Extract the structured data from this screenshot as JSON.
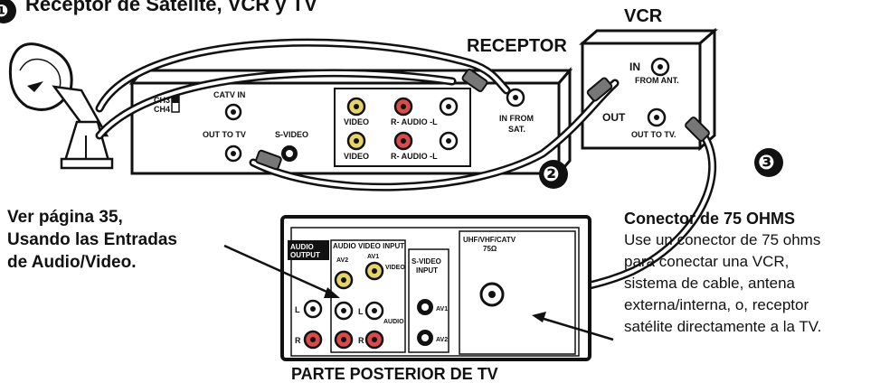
{
  "section_title": "Receptor de Satélite, VCR y TV",
  "step_markers": {
    "first": "❶",
    "second": "❷",
    "third": "❸"
  },
  "receptor": {
    "title": "RECEPTOR",
    "ch3": "CH3",
    "ch4": "CH4",
    "catv_in": "CATV IN",
    "out_to_tv": "OUT TO TV",
    "s_video": "S-VIDEO",
    "video_1": "VIDEO",
    "audio_1": "R- AUDIO -L",
    "video_2": "VIDEO",
    "audio_2": "R- AUDIO -L",
    "in_from_sat_1": "IN FROM",
    "in_from_sat_2": "SAT."
  },
  "vcr": {
    "title": "VCR",
    "in": "IN",
    "from_ant": "FROM ANT.",
    "out": "OUT",
    "out_to_tv": "OUT TO TV."
  },
  "tv_panel": {
    "audio_output_1": "AUDIO",
    "audio_output_2": "OUTPUT",
    "av_input": "AUDIO VIDEO INPUT",
    "av2": "AV2",
    "av1": "AV1",
    "video": "VIDEO",
    "audio": "AUDIO",
    "s_video_1": "S-VIDEO",
    "s_video_2": "INPUT",
    "s_av1": "AV1",
    "s_av2": "AV2",
    "uhf_1": "UHF/VHF/CATV",
    "uhf_2": "75Ω",
    "l": "L",
    "r": "R"
  },
  "note": {
    "line1": "Ver página 35,",
    "line2": "Usando las Entradas",
    "line3": "de Audio/Video."
  },
  "connector": {
    "title": "Conector de 75 OHMS",
    "line1": "Use un conector de 75 ohms",
    "line2": "para conectar una VCR,",
    "line3": "sistema de cable, antena",
    "line4": "externa/interna, o, receptor",
    "line5": "satélite directamente a la TV."
  },
  "tv_caption": "PARTE POSTERIOR DE TV"
}
